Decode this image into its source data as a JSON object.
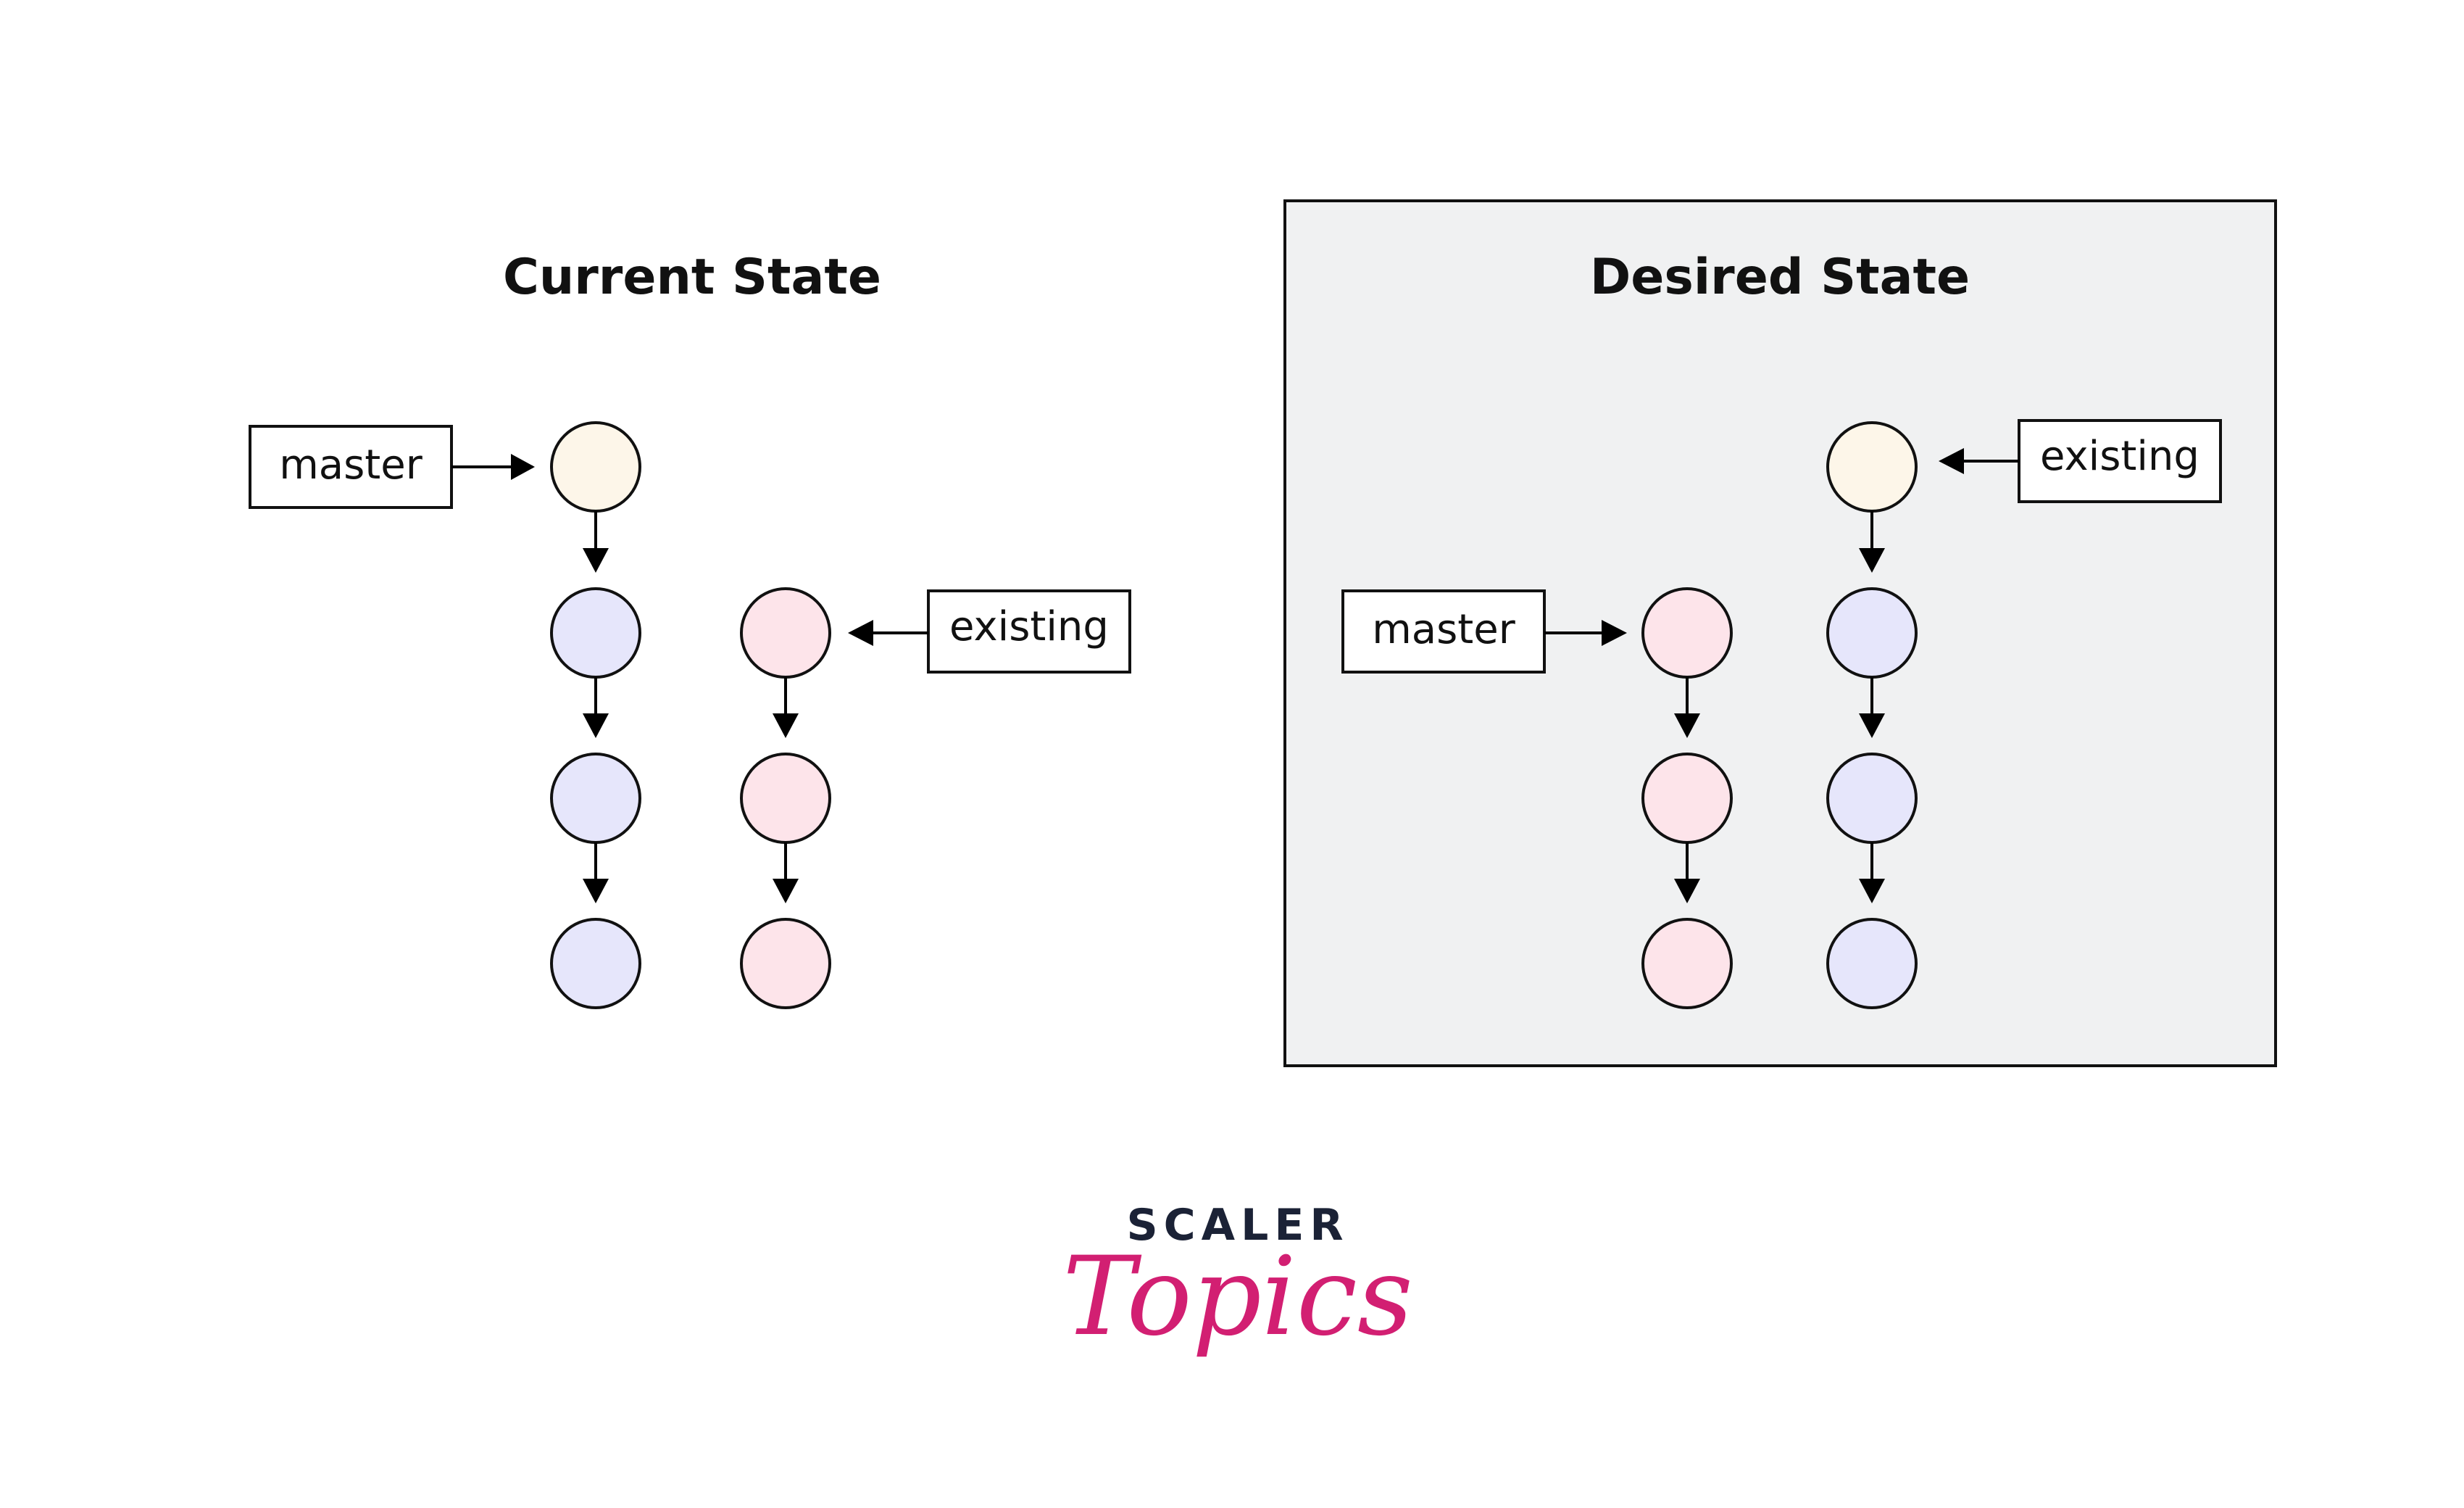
{
  "current_state": {
    "title": "Current State",
    "master_label": "master",
    "existing_label": "existing"
  },
  "desired_state": {
    "title": "Desired State",
    "master_label": "master",
    "existing_label": "existing"
  },
  "logo": {
    "top": "SCALER",
    "bottom": "Topics"
  },
  "colors": {
    "commit_cream": "#fdf6e9",
    "commit_lavender": "#e6e6fb",
    "commit_pink": "#fde4ea",
    "desired_panel_bg": "#f0f1f2",
    "logo_pink": "#d21f72",
    "logo_navy": "#1b2236"
  }
}
